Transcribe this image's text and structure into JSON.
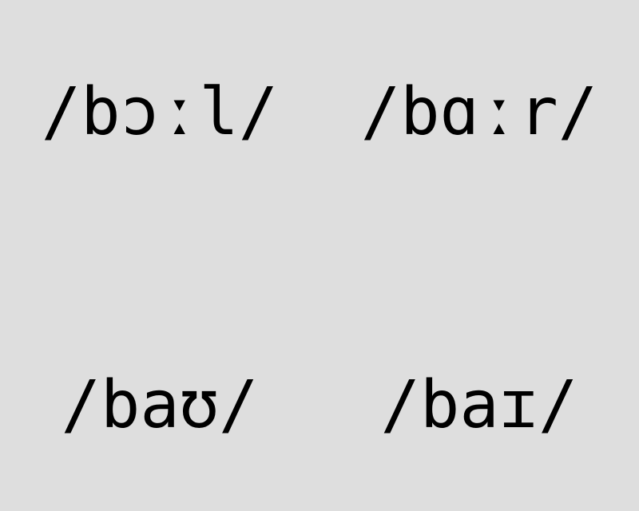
{
  "background_color": "#dedede",
  "text_color": "#000000",
  "transcriptions": [
    {
      "text": "/bɔːl/"
    },
    {
      "text": "/bɑːr/"
    },
    {
      "text": "/baʊ/"
    },
    {
      "text": "/baɪ/"
    }
  ]
}
